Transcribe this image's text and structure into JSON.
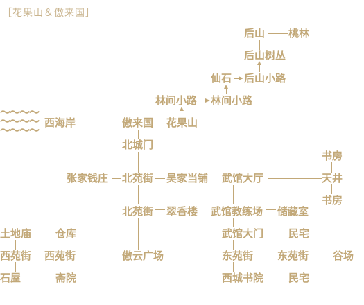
{
  "title": "［花果山＆傲来国］",
  "sea_symbol": "～～～～",
  "nodes": {
    "houshan": "后山",
    "taolin": "桃林",
    "houshan_shucong": "后山树丛",
    "xianshi": "仙石",
    "houshan_xiaolu": "后山小路",
    "linjian_xiaolu_1": "林间小路",
    "linjian_xiaolu_2": "林间小路",
    "xihaian": "西海岸",
    "aolaiguo": "傲来国",
    "huaguoshan": "花果山",
    "beichengmen": "北城门",
    "shufang_1": "书房",
    "zhangjia_qianzhuang": "张家钱庄",
    "beiyuanjie_1": "北苑街",
    "wujia_dangpu": "吴家当铺",
    "wuguan_dating": "武馆大厅",
    "tianjing": "天井",
    "shufang_2": "书房",
    "beiyuanjie_2": "北苑街",
    "cuixianglou": "翠香楼",
    "wuguan_jiaoliangchang": "武馆教练场",
    "chucangshi": "储藏室",
    "tudimiao": "土地庙",
    "cangku": "仓库",
    "wuguan_damen": "武馆大门",
    "minzhai_1": "民宅",
    "xiyuanjie_1": "西苑街",
    "xiyuanjie_2": "西苑街",
    "aoyun_guangchang": "傲云广场",
    "dongyuanjie_1": "东苑街",
    "dongyuanjie_2": "东苑街",
    "guchang": "谷场",
    "shiwu": "石屋",
    "zhaiyuan": "斋院",
    "xicheng_shuyuan": "西城书院",
    "minzhai_2": "民宅"
  }
}
